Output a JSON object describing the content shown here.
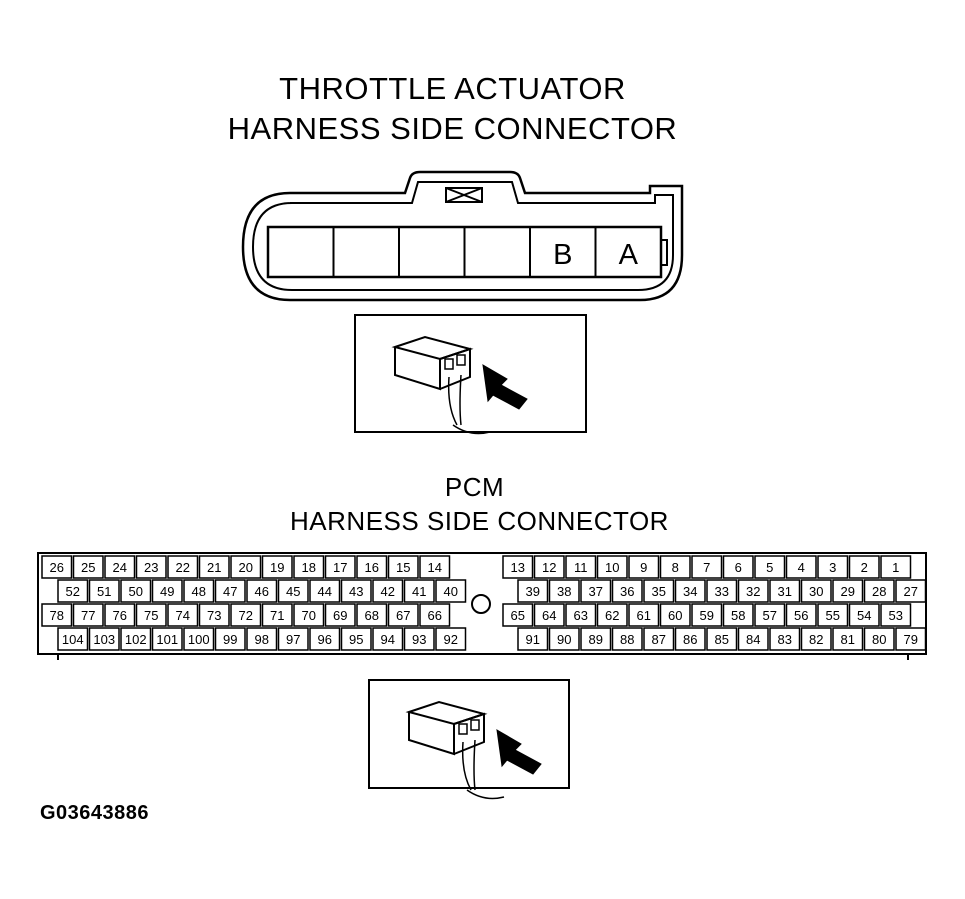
{
  "throttle": {
    "title_line1": "THROTTLE ACTUATOR",
    "title_line2": "HARNESS SIDE CONNECTOR",
    "cavities": [
      "",
      "",
      "",
      "",
      "B",
      "A"
    ]
  },
  "pcm": {
    "title_line1": "PCM",
    "title_line2": "HARNESS SIDE CONNECTOR",
    "left_rows": [
      [
        "26",
        "25",
        "24",
        "23",
        "22",
        "21",
        "20",
        "19",
        "18",
        "17",
        "16",
        "15",
        "14"
      ],
      [
        "52",
        "51",
        "50",
        "49",
        "48",
        "47",
        "46",
        "45",
        "44",
        "43",
        "42",
        "41",
        "40"
      ],
      [
        "78",
        "77",
        "76",
        "75",
        "74",
        "73",
        "72",
        "71",
        "70",
        "69",
        "68",
        "67",
        "66"
      ],
      [
        "104",
        "103",
        "102",
        "101",
        "100",
        "99",
        "98",
        "97",
        "96",
        "95",
        "94",
        "93",
        "92"
      ]
    ],
    "right_rows": [
      [
        "13",
        "12",
        "11",
        "10",
        "9",
        "8",
        "7",
        "6",
        "5",
        "4",
        "3",
        "2",
        "1"
      ],
      [
        "39",
        "38",
        "37",
        "36",
        "35",
        "34",
        "33",
        "32",
        "31",
        "30",
        "29",
        "28",
        "27"
      ],
      [
        "65",
        "64",
        "63",
        "62",
        "61",
        "60",
        "59",
        "58",
        "57",
        "56",
        "55",
        "54",
        "53"
      ],
      [
        "91",
        "90",
        "89",
        "88",
        "87",
        "86",
        "85",
        "84",
        "83",
        "82",
        "81",
        "80",
        "79"
      ]
    ]
  },
  "figure_code": "G03643886"
}
